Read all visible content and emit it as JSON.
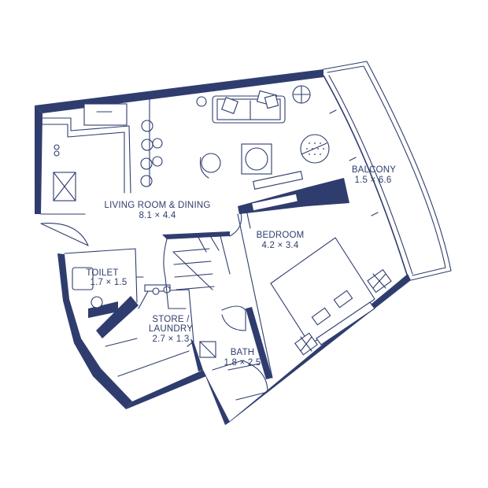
{
  "rooms": {
    "living": {
      "name": "LIVING ROOM & DINING",
      "dims": "8.1 × 4.4"
    },
    "balcony": {
      "name": "BALCONY",
      "dims": "1.5 × 6.6"
    },
    "bedroom": {
      "name": "BEDROOM",
      "dims": "4.2 × 3.4"
    },
    "toilet": {
      "name": "TOILET",
      "dims": "1.7 × 1.5"
    },
    "store": {
      "name": "STORE /",
      "name2": "LAUNDRY",
      "dims": "2.7 × 1.3"
    },
    "bath": {
      "name": "BATH",
      "dims": "1.8 × 2.5"
    }
  },
  "colors": {
    "wall": "#2f3d6e",
    "background": "#ffffff"
  }
}
